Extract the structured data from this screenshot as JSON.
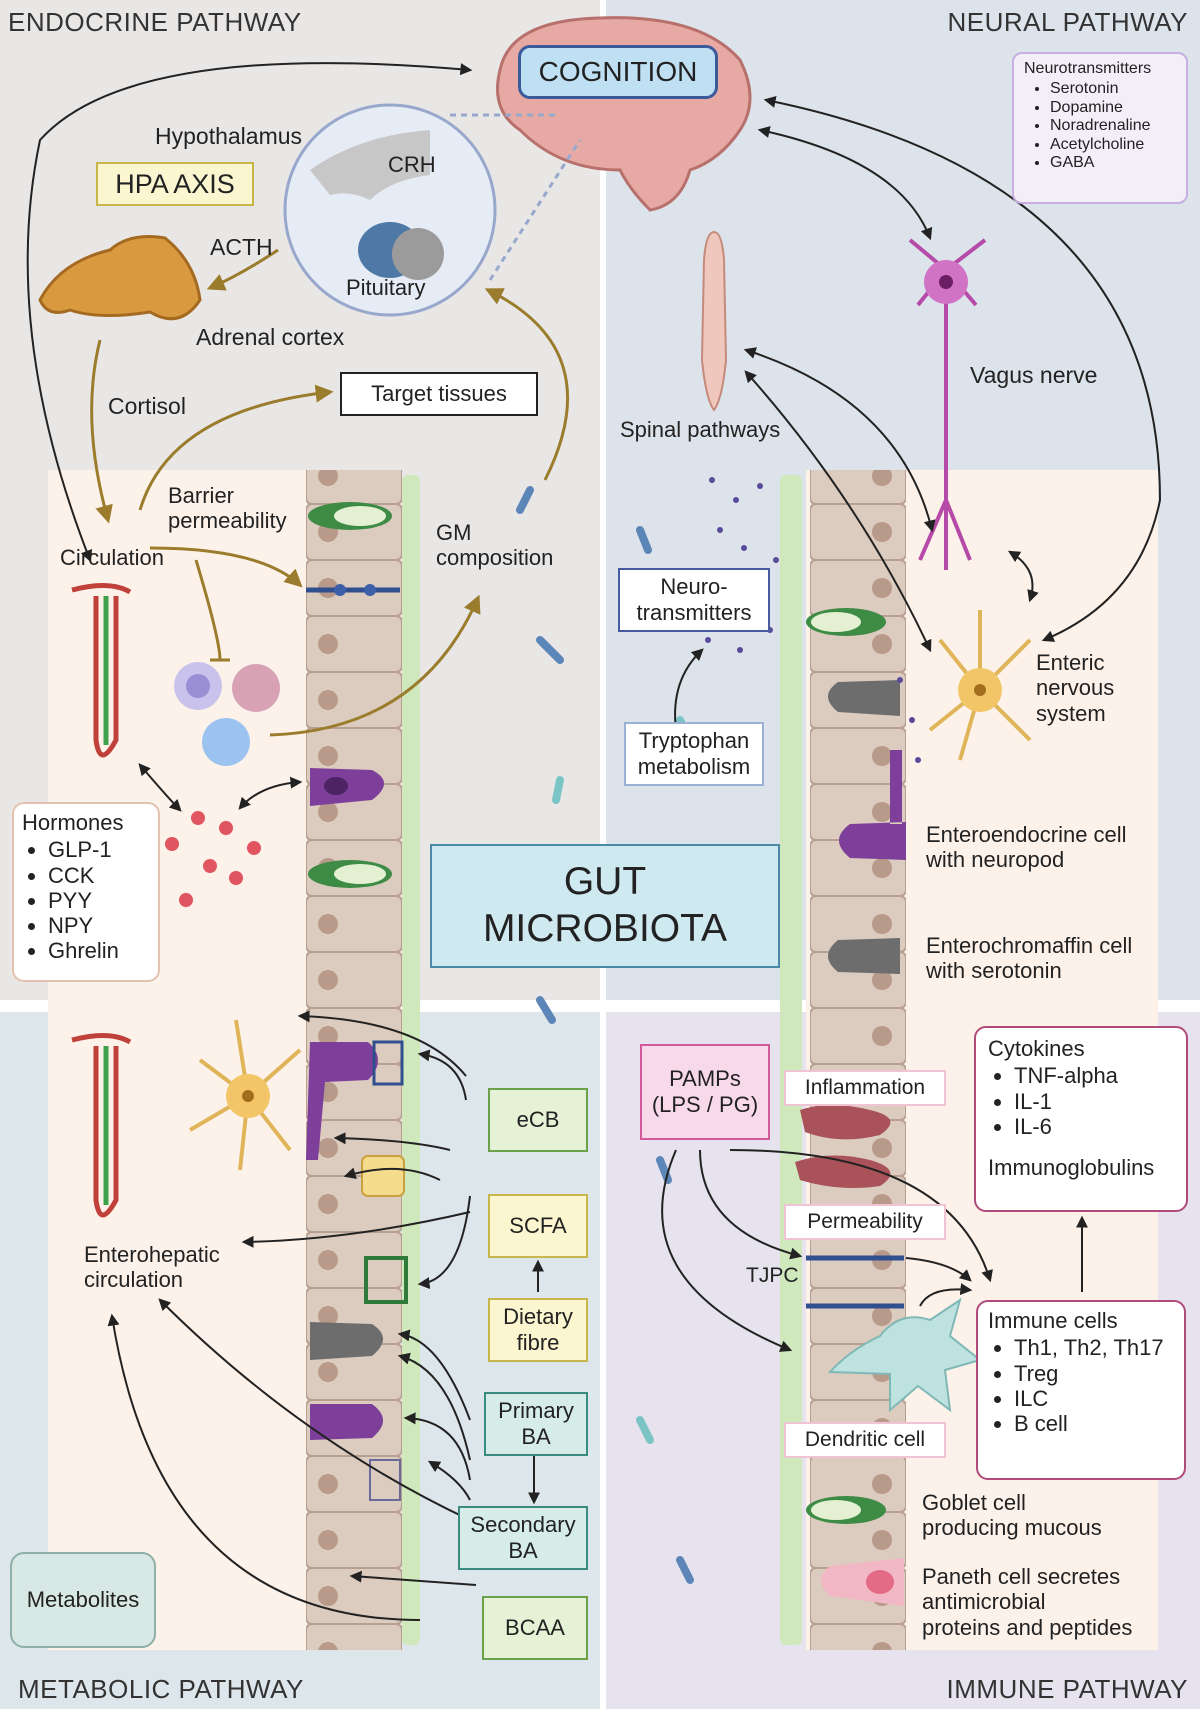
{
  "quadrants": {
    "endocrine": "ENDOCRINE PATHWAY",
    "neural": "NEURAL PATHWAY",
    "metabolic": "METABOLIC PATHWAY",
    "immune": "IMMUNE PATHWAY"
  },
  "brain": {
    "cognition": "COGNITION",
    "hypothalamus": "Hypothalamus",
    "crh": "CRH",
    "pituitary": "Pituitary"
  },
  "endocrine": {
    "hpa_axis": "HPA AXIS",
    "acth": "ACTH",
    "adrenal_cortex": "Adrenal cortex",
    "cortisol": "Cortisol",
    "target_tissues": "Target tissues",
    "circulation": "Circulation",
    "barrier_permeability_1": "Barrier",
    "barrier_permeability_2": "permeability",
    "gm_composition_1": "GM",
    "gm_composition_2": "composition",
    "hormones_title": "Hormones",
    "hormones": [
      "GLP-1",
      "CCK",
      "PYY",
      "NPY",
      "Ghrelin"
    ]
  },
  "neural": {
    "neurotransmitters_title": "Neurotransmitters",
    "neurotransmitters": [
      "Serotonin",
      "Dopamine",
      "Noradrenaline",
      "Acetylcholine",
      "GABA"
    ],
    "vagus_nerve": "Vagus nerve",
    "spinal_pathways": "Spinal pathways",
    "neuro_transmitters_1": "Neuro-",
    "neuro_transmitters_2": "transmitters",
    "tryptophan_1": "Tryptophan",
    "tryptophan_2": "metabolism",
    "enteric_1": "Enteric",
    "enteric_2": "nervous",
    "enteric_3": "system",
    "eec_1": "Enteroendocrine cell",
    "eec_2": "with neuropod",
    "ecc_1": "Enterochromaffin cell",
    "ecc_2": "with serotonin"
  },
  "center": {
    "gut_1": "GUT",
    "gut_2": "MICROBIOTA"
  },
  "metabolic": {
    "ecb": "eCB",
    "scfa": "SCFA",
    "dietary_fibre_1": "Dietary",
    "dietary_fibre_2": "fibre",
    "primary_ba_1": "Primary",
    "primary_ba_2": "BA",
    "secondary_ba_1": "Secondary",
    "secondary_ba_2": "BA",
    "bcaa": "BCAA",
    "enterohepatic_1": "Enterohepatic",
    "enterohepatic_2": "circulation",
    "metabolites": "Metabolites"
  },
  "immune": {
    "pamps_1": "PAMPs",
    "pamps_2": "(LPS / PG)",
    "inflammation": "Inflammation",
    "permeability": "Permeability",
    "tjpc": "TJPC",
    "dendritic_cell": "Dendritic cell",
    "cytokines_title": "Cytokines",
    "cytokines": [
      "TNF-alpha",
      "IL-1",
      "IL-6"
    ],
    "immunoglobulins": "Immunoglobulins",
    "immune_cells_title": "Immune cells",
    "immune_cells": [
      "Th1, Th2, Th17",
      "Treg",
      "ILC",
      "B cell"
    ],
    "goblet_1": "Goblet cell",
    "goblet_2": "producing mucous",
    "paneth_1": "Paneth cell secretes",
    "paneth_2": "antimicrobial",
    "paneth_3": "proteins and peptides"
  },
  "colors": {
    "endocrine_bg": "#e9e7e6",
    "neural_bg": "#dde3ea",
    "metabolic_bg": "#dde6ea",
    "immune_bg": "#e6e3ee",
    "mucosa_bg": "#fdf2ea",
    "gut_box": "#cfe9f1",
    "epithelium": "#dccbbf",
    "brown_arrow": "#9b7c2c",
    "green_box": "#e6f2d5",
    "teal_box": "#d5ece9",
    "pink_box": "#f8d9ea",
    "yellow_box": "#fbf6d0"
  }
}
